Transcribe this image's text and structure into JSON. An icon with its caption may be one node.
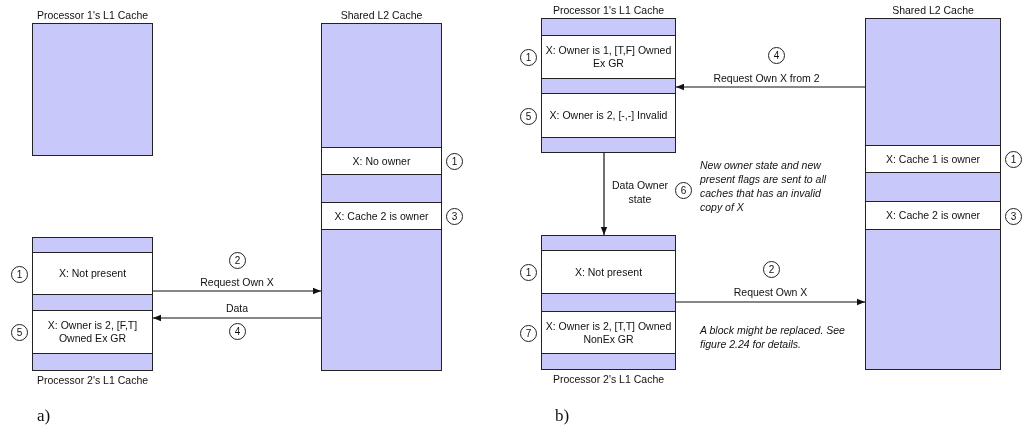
{
  "diagram": {
    "nodes": [
      {
        "text": [
          "Processor 1's L1 Cache"
        ]
      },
      {
        "text": [
          "Shared L2 Cache"
        ]
      },
      {
        "text": [
          "X: No owner"
        ],
        "in": 1,
        "beside": [
          "1"
        ]
      },
      {
        "text": [
          "X: Cache 2 is owner"
        ],
        "in": 1,
        "beside": [
          "3"
        ]
      },
      {
        "text": [
          "Processor 2's L1 Cache"
        ]
      },
      {
        "text": [
          "X: Not present"
        ],
        "in": 4,
        "beside": [
          "1"
        ]
      },
      {
        "text": [
          "X: Owner is 2, [F,T] Owned Ex GR"
        ],
        "in": 4,
        "beside": [
          "5"
        ]
      },
      {
        "text": [
          "Processor 1's L1 Cache"
        ]
      },
      {
        "text": [
          "X: Owner is 1, [T,F] Owned Ex GR"
        ],
        "in": 7,
        "beside": [
          "1"
        ]
      },
      {
        "text": [
          "X: Owner is 2, [-,-] Invalid"
        ],
        "in": 7,
        "beside": [
          "5"
        ]
      },
      {
        "text": [
          "Shared L2 Cache"
        ]
      },
      {
        "text": [
          "X: Cache 1 is owner"
        ],
        "in": 10,
        "beside": [
          "1"
        ]
      },
      {
        "text": [
          "X: Cache 2 is owner"
        ],
        "in": 10,
        "beside": [
          "3"
        ]
      },
      {
        "text": [
          "Processor 2's L1 Cache"
        ]
      },
      {
        "text": [
          "X: Not present"
        ],
        "in": 13,
        "beside": [
          "1"
        ]
      },
      {
        "text": [
          "X: Owner is 2, [T,T] Owned NonEx GR"
        ],
        "in": 13,
        "beside": [
          "7"
        ]
      }
    ],
    "edges": [
      {
        "from": 5,
        "to": 1,
        "arrow": "to",
        "label": "Request Own X"
      },
      {
        "from": 1,
        "to": 6,
        "arrow": "to",
        "label": "Data"
      },
      {
        "from": 10,
        "to": 7,
        "arrow": "to",
        "label": "Request Own X from 2"
      },
      {
        "from": 7,
        "to": 13,
        "arrow": "to",
        "label": "Data Owner state"
      },
      {
        "from": 13,
        "to": 10,
        "arrow": "to",
        "label": "Request Own X"
      }
    ],
    "labels": [
      "2",
      "4",
      "a)",
      "4",
      "6",
      "New owner state and new present flags are sent to all caches that has an invalid copy of X",
      "2",
      "A block might be replaced. See figure 2.24 for details.",
      "b)"
    ]
  }
}
